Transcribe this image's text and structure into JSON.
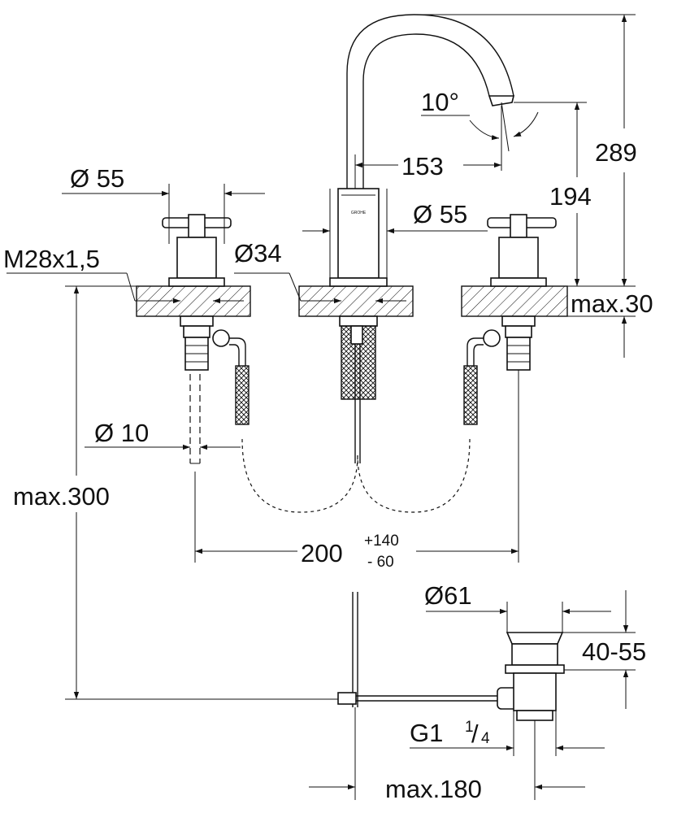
{
  "labels": {
    "dia55_left": "Ø 55",
    "dia55_center": "Ø 55",
    "dia34": "Ø34",
    "thread": "M28x1,5",
    "angle": "10°",
    "d153": "153",
    "d289": "289",
    "d194": "194",
    "max30": "max.30",
    "dia10": "Ø 10",
    "max300": "max.300",
    "spacing": "200",
    "tol_plus": "+140",
    "tol_minus": "-  60",
    "dia61": "Ø61",
    "d40_55": "40-55",
    "g_thread": "G1",
    "g_frac_num": "1",
    "g_frac_den": "4",
    "max180": "max.180",
    "brand_mark": "GROHE"
  },
  "colors": {
    "line": "#111111",
    "background": "#ffffff"
  }
}
